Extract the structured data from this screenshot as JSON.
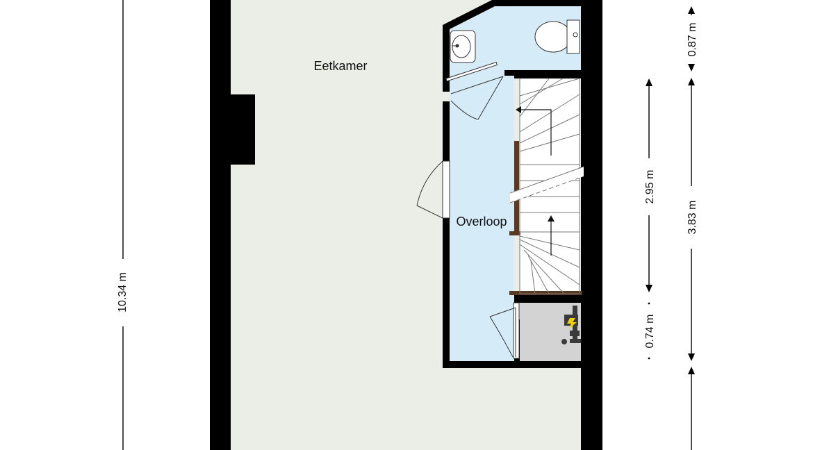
{
  "rooms": {
    "eetkamer": {
      "label": "Eetkamer"
    },
    "overloop": {
      "label": "Overloop"
    }
  },
  "dimensions": {
    "left_total": "10.34 m",
    "right_inner": "2.95 m",
    "right_small": "0.74 m",
    "right_top": "0.87 m",
    "right_outer": "3.83 m"
  },
  "colors": {
    "wall": "#000000",
    "main_floor": "#ebede7",
    "blue_floor": "#d6ebf8",
    "utility_floor": "#d3d3d3",
    "meter_accent": "#f2d400"
  },
  "icons": {
    "sink": "sink-icon",
    "toilet": "toilet-icon",
    "meter": "electric-meter-icon"
  }
}
